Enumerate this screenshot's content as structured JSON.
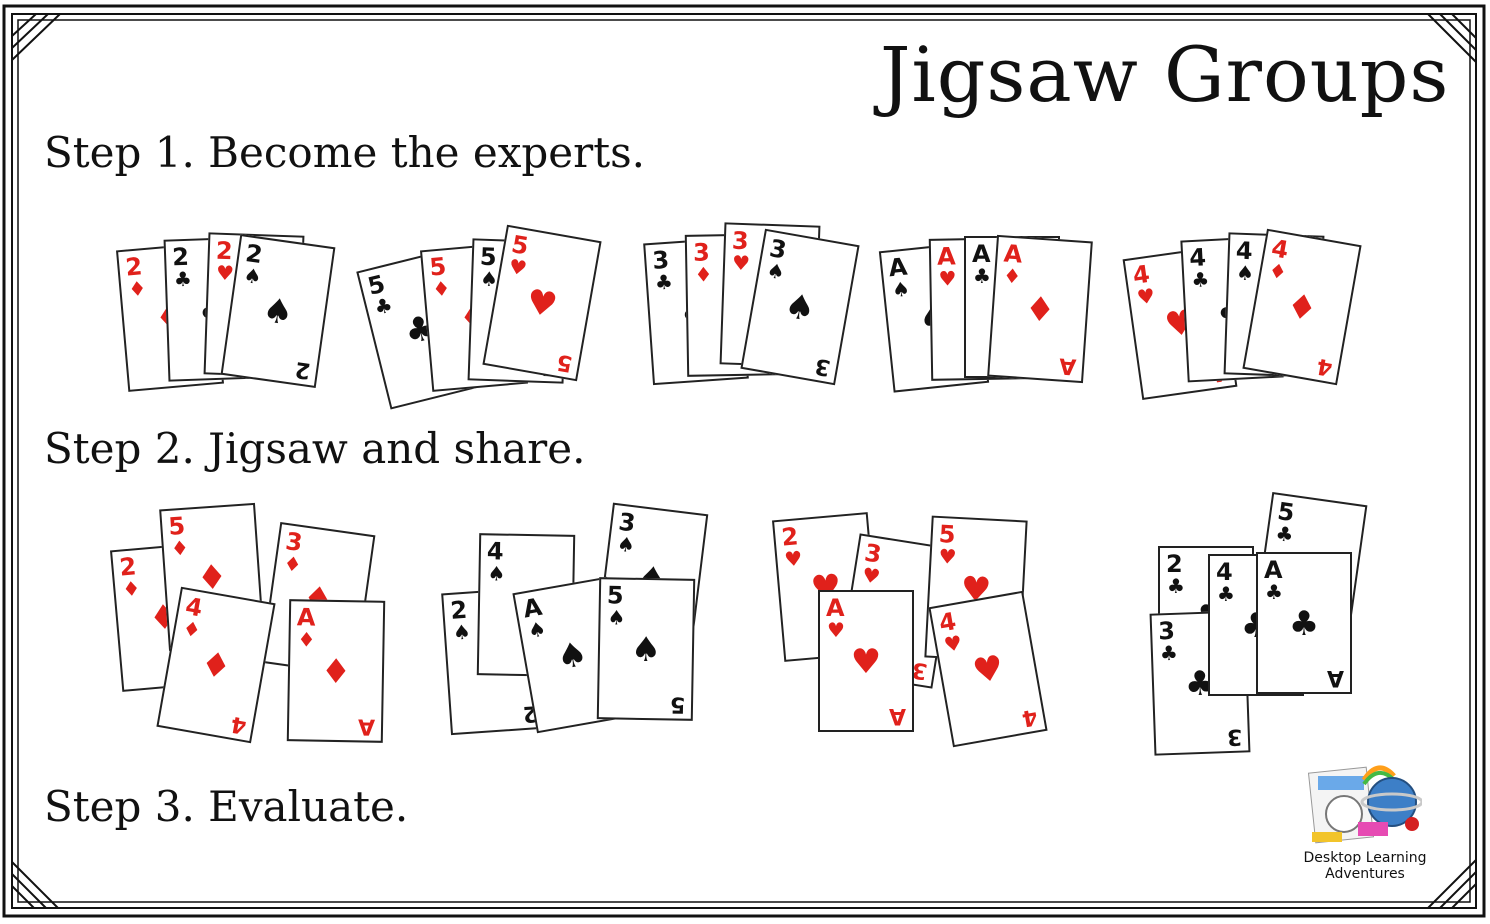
{
  "title": "Jigsaw Groups",
  "steps": [
    "Step 1. Become the experts.",
    "Step 2. Jigsaw and share.",
    "Step 3. Evaluate."
  ],
  "logo": {
    "line1": "Desktop Learning",
    "line2": "Adventures"
  },
  "colors": {
    "red": "#e0211b",
    "black": "#111111"
  },
  "suits": {
    "hearts": "♥",
    "diamonds": "♦",
    "clubs": "♣",
    "spades": "♠"
  },
  "expert_groups": [
    [
      {
        "rank": "2",
        "suit": "diamonds"
      },
      {
        "rank": "2",
        "suit": "clubs"
      },
      {
        "rank": "2",
        "suit": "hearts"
      },
      {
        "rank": "2",
        "suit": "spades"
      }
    ],
    [
      {
        "rank": "5",
        "suit": "clubs"
      },
      {
        "rank": "5",
        "suit": "diamonds"
      },
      {
        "rank": "5",
        "suit": "spades"
      },
      {
        "rank": "5",
        "suit": "hearts"
      }
    ],
    [
      {
        "rank": "3",
        "suit": "clubs"
      },
      {
        "rank": "3",
        "suit": "diamonds"
      },
      {
        "rank": "3",
        "suit": "hearts"
      },
      {
        "rank": "3",
        "suit": "spades"
      }
    ],
    [
      {
        "rank": "A",
        "suit": "spades"
      },
      {
        "rank": "A",
        "suit": "hearts"
      },
      {
        "rank": "A",
        "suit": "clubs"
      },
      {
        "rank": "A",
        "suit": "diamonds"
      }
    ],
    [
      {
        "rank": "4",
        "suit": "hearts"
      },
      {
        "rank": "4",
        "suit": "clubs"
      },
      {
        "rank": "4",
        "suit": "spades"
      },
      {
        "rank": "4",
        "suit": "diamonds"
      }
    ]
  ],
  "jigsaw_groups": [
    [
      {
        "rank": "2",
        "suit": "diamonds"
      },
      {
        "rank": "5",
        "suit": "diamonds"
      },
      {
        "rank": "3",
        "suit": "diamonds"
      },
      {
        "rank": "4",
        "suit": "diamonds"
      },
      {
        "rank": "A",
        "suit": "diamonds"
      }
    ],
    [
      {
        "rank": "2",
        "suit": "spades"
      },
      {
        "rank": "4",
        "suit": "spades"
      },
      {
        "rank": "3",
        "suit": "spades"
      },
      {
        "rank": "A",
        "suit": "spades"
      },
      {
        "rank": "5",
        "suit": "spades"
      }
    ],
    [
      {
        "rank": "2",
        "suit": "hearts"
      },
      {
        "rank": "3",
        "suit": "hearts"
      },
      {
        "rank": "5",
        "suit": "hearts"
      },
      {
        "rank": "A",
        "suit": "hearts"
      },
      {
        "rank": "4",
        "suit": "hearts"
      }
    ],
    [
      {
        "rank": "5",
        "suit": "clubs"
      },
      {
        "rank": "2",
        "suit": "clubs"
      },
      {
        "rank": "3",
        "suit": "clubs"
      },
      {
        "rank": "4",
        "suit": "clubs"
      },
      {
        "rank": "A",
        "suit": "clubs"
      }
    ]
  ]
}
